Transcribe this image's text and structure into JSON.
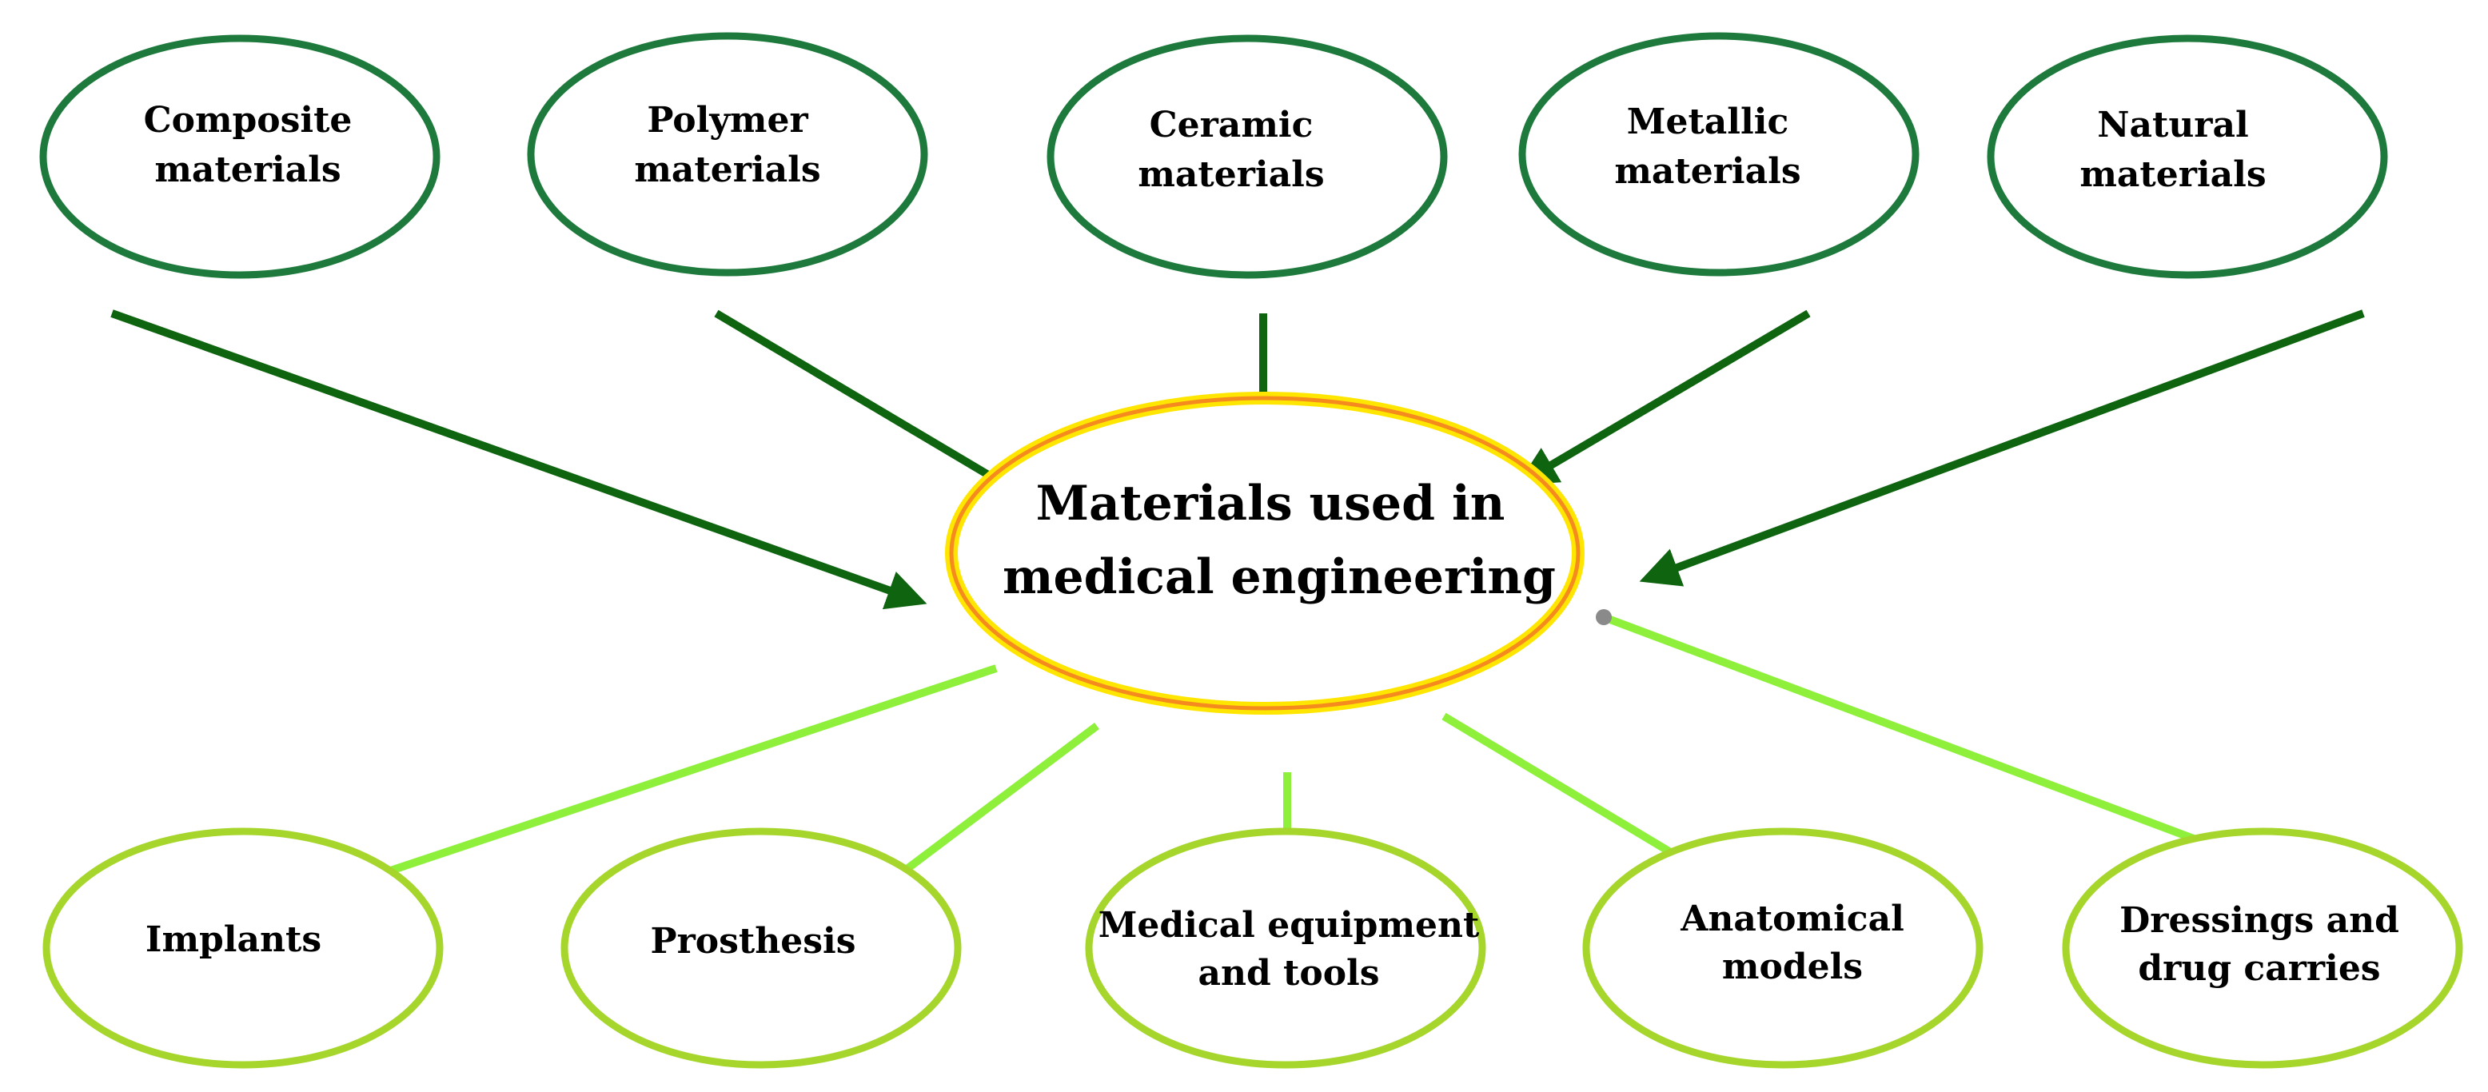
{
  "center": {
    "line1": "Materials used in",
    "line2": "medical engineering"
  },
  "materials": [
    {
      "line1": "Composite",
      "line2": "materials"
    },
    {
      "line1": "Polymer",
      "line2": "materials"
    },
    {
      "line1": "Ceramic",
      "line2": "materials"
    },
    {
      "line1": "Metallic",
      "line2": "materials"
    },
    {
      "line1": "Natural",
      "line2": "materials"
    }
  ],
  "applications": [
    {
      "line1": "Implants",
      "line2": ""
    },
    {
      "line1": "Prosthesis",
      "line2": ""
    },
    {
      "line1": "Medical equipment",
      "line2": "and tools"
    },
    {
      "line1": "Anatomical",
      "line2": "models"
    },
    {
      "line1": "Dressings and",
      "line2": "drug carries"
    }
  ],
  "colors": {
    "material_node_outline": "#1e7a3c",
    "material_arrow": "#0f6410",
    "application_node_outline": "#a6d62c",
    "application_arrow": "#8ef03a",
    "center_outer": "#ffe600",
    "center_inner": "#f58a1f",
    "handle_dot": "#8a8a8a"
  }
}
